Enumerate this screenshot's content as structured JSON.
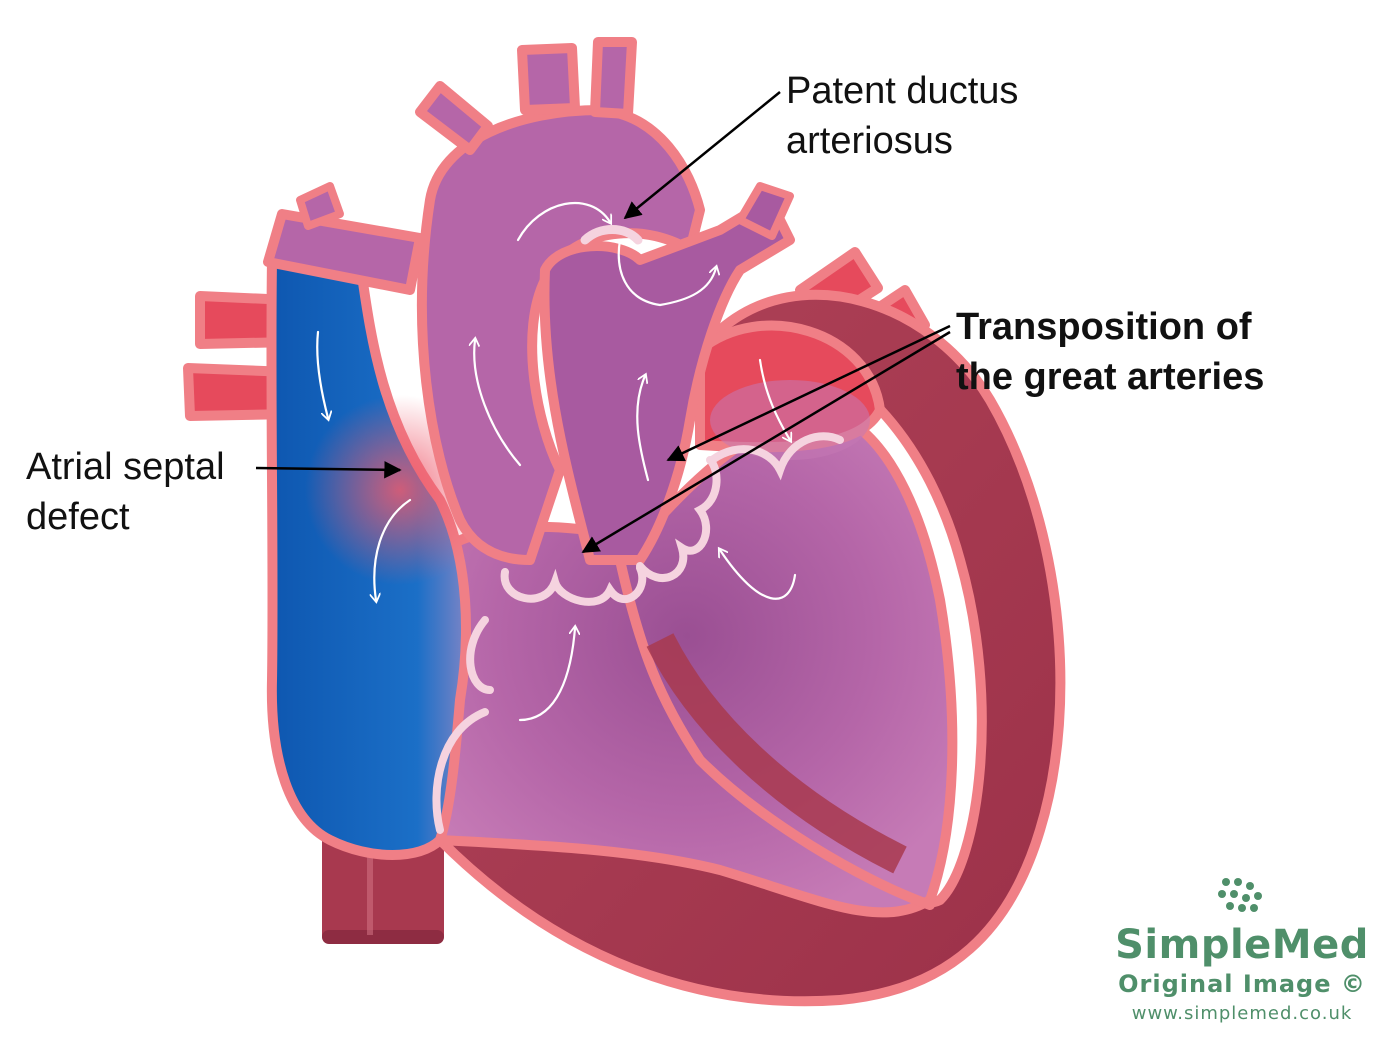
{
  "labels": {
    "pda_line1": "Patent ductus",
    "pda_line2": "arteriosus",
    "tga_line1": "Transposition of",
    "tga_line2": "the great arteries",
    "asd_line1": "Atrial septal",
    "asd_line2": "defect"
  },
  "watermark": {
    "name": "SimpleMed",
    "subtitle": "Original Image ©",
    "url": "www.simplemed.co.uk"
  },
  "colors": {
    "outline": "#f07f86",
    "purple": "#a8619f",
    "purple_light": "#c478b4",
    "blue": "#1460b8",
    "red_vessel": "#e64a5c",
    "myocardium": "#a8394f",
    "valve": "#f5d3df",
    "brand": "#4f8f6a"
  }
}
